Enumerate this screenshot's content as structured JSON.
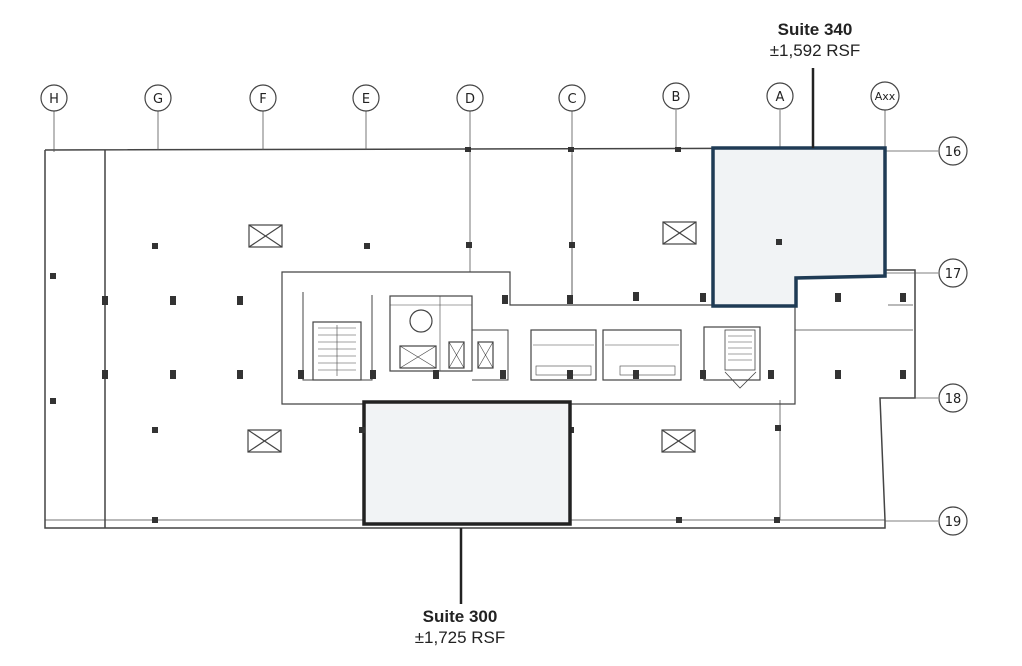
{
  "column_lines": [
    {
      "label": "H"
    },
    {
      "label": "G"
    },
    {
      "label": "F"
    },
    {
      "label": "E"
    },
    {
      "label": "D"
    },
    {
      "label": "C"
    },
    {
      "label": "B"
    },
    {
      "label": "A"
    },
    {
      "label": "Axx"
    }
  ],
  "row_lines": [
    {
      "label": "16"
    },
    {
      "label": "17"
    },
    {
      "label": "18"
    },
    {
      "label": "19"
    }
  ],
  "suites": [
    {
      "name": "Suite 340",
      "area": "±1,592 RSF",
      "highlight_fill": "#f1f3f5",
      "outline_color": "#1f3b55"
    },
    {
      "name": "Suite 300",
      "area": "±1,725 RSF",
      "highlight_fill": "#f1f3f5",
      "outline_color": "#222222"
    }
  ],
  "colors": {
    "line": "#444444",
    "text": "#222222"
  }
}
